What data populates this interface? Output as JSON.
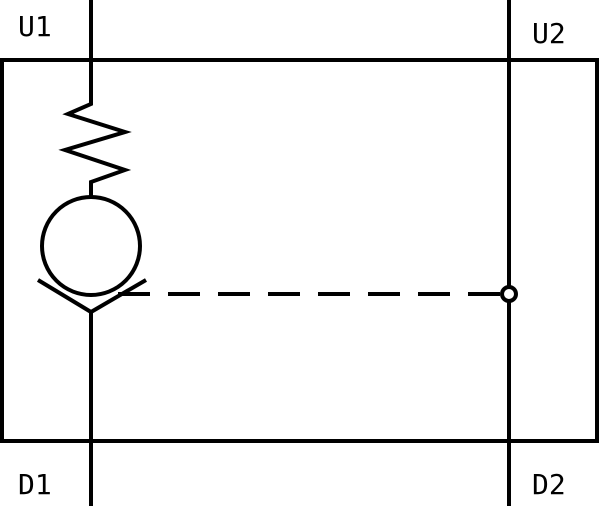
{
  "ports": {
    "u1": "U1",
    "u2": "U2",
    "d1": "D1",
    "d2": "D2"
  },
  "colors": {
    "stroke": "#000000",
    "background": "#ffffff"
  }
}
